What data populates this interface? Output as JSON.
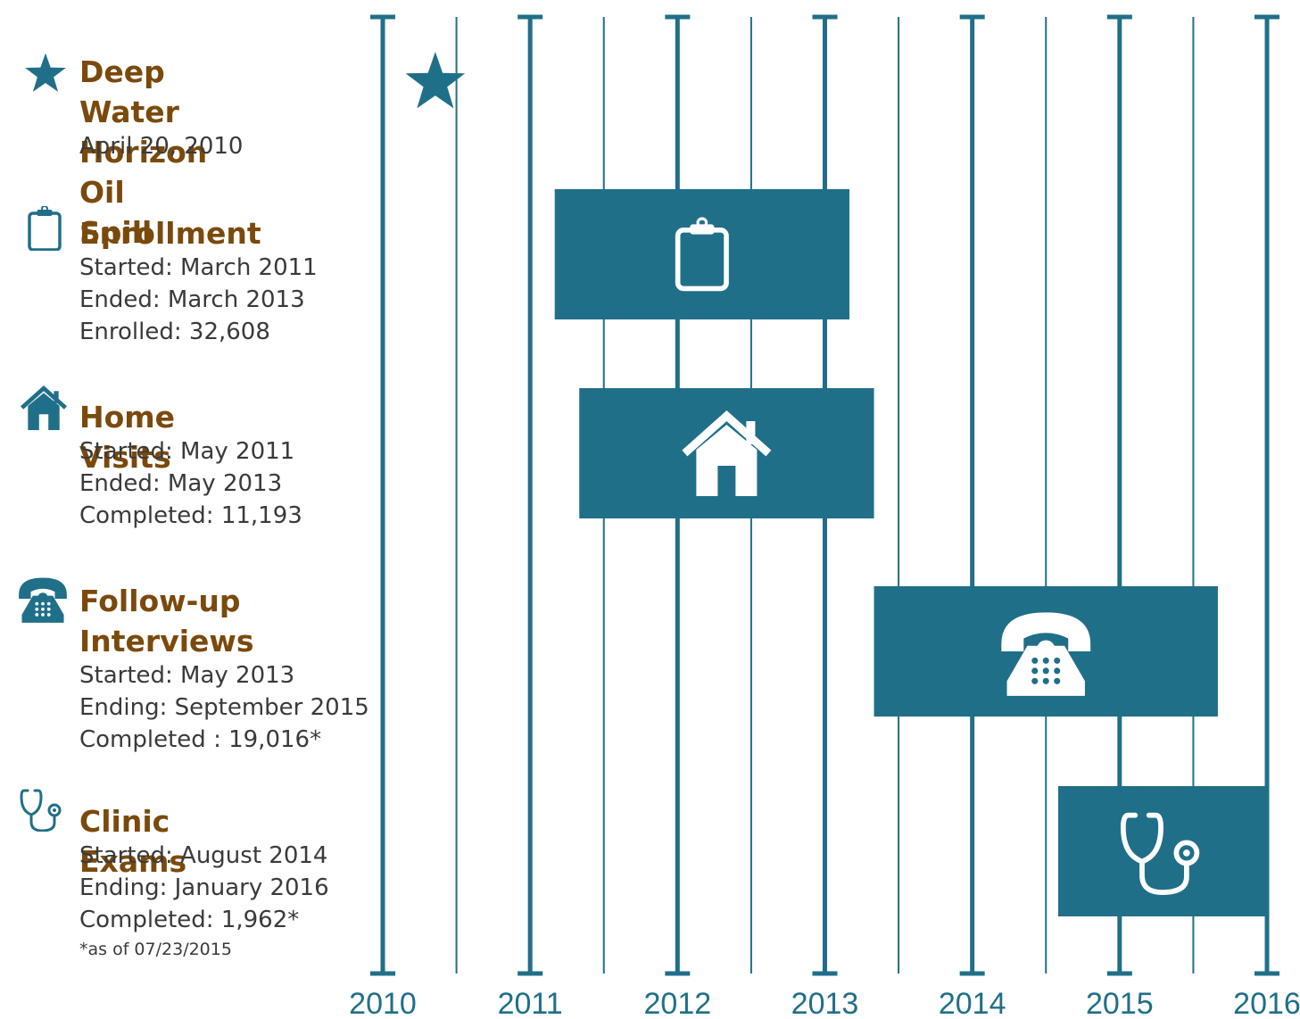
{
  "colors": {
    "accent": "#206f89",
    "title": "#7a4a0c",
    "text": "#3a3a3a"
  },
  "legend": [
    {
      "icon": "star-icon",
      "title": "Deep Water\nHorizon Oil Spill",
      "lines": [
        "April 20, 2010"
      ]
    },
    {
      "icon": "clipboard-icon",
      "title": "Enrollment",
      "lines": [
        "Started: March 2011",
        "Ended: March 2013",
        "Enrolled: 32,608"
      ]
    },
    {
      "icon": "house-icon",
      "title": "Home Visits",
      "lines": [
        "Started: May 2011",
        "Ended: May 2013",
        "Completed: 11,193"
      ]
    },
    {
      "icon": "telephone-icon",
      "title": "Follow-up\nInterviews",
      "lines": [
        "Started: May 2013",
        "Ending: September 2015",
        "Completed : 19,016*"
      ]
    },
    {
      "icon": "stethoscope-icon",
      "title": "Clinic Exams",
      "lines": [
        "Started: August 2014",
        "Ending: January 2016",
        "Completed: 1,962*"
      ]
    }
  ],
  "footnote": "*as of 07/23/2015",
  "chart_data": {
    "type": "gantt",
    "x_axis": {
      "ticks": [
        "2010",
        "2011",
        "2012",
        "2013",
        "2014",
        "2015",
        "2016"
      ],
      "range": [
        2010,
        2016
      ]
    },
    "milestones": [
      {
        "name": "Deep Water Horizon Oil Spill",
        "date": "2010-04-20",
        "icon": "star-icon"
      }
    ],
    "bars": [
      {
        "name": "Enrollment",
        "start": "2011-03",
        "end": "2013-03",
        "icon": "clipboard-icon"
      },
      {
        "name": "Home Visits",
        "start": "2011-05",
        "end": "2013-05",
        "icon": "house-icon"
      },
      {
        "name": "Follow-up Interviews",
        "start": "2013-05",
        "end": "2015-09",
        "icon": "telephone-icon"
      },
      {
        "name": "Clinic Exams",
        "start": "2014-08",
        "end": "2016-01",
        "icon": "stethoscope-icon"
      }
    ]
  }
}
